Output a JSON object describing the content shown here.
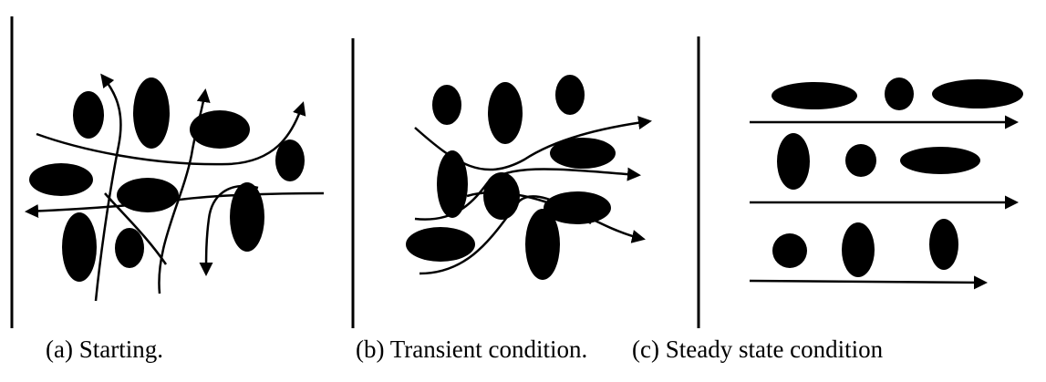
{
  "panels": [
    {
      "caption": "(a) Starting."
    },
    {
      "caption": "(b) Transient condition."
    },
    {
      "caption": "(c) Steady state condition"
    }
  ],
  "colors": {
    "ink": "#000000",
    "background": "#ffffff"
  }
}
